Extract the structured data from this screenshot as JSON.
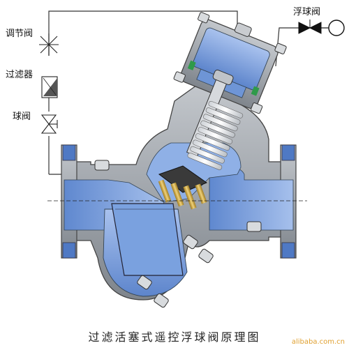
{
  "labels": {
    "float_valve": "浮球阀",
    "regulating_valve": "调节阀",
    "filter": "过滤器",
    "ball_valve": "球阀"
  },
  "caption": "过滤活塞式遥控浮球阀原理图",
  "watermark": "alibaba.com.cn",
  "colors": {
    "body_gray": "#9aa0a6",
    "body_dark": "#6c7178",
    "body_light": "#c9ccd0",
    "water_blue": "#6e95d6",
    "water_light": "#a9c2ee",
    "seal_green": "#2f9a4a",
    "spring": "#e8e8e8",
    "brass": "#c9a23a"
  },
  "icons": [
    "float-valve-symbol",
    "float-ball-symbol",
    "needle-valve-symbol",
    "filter-symbol",
    "ball-valve-symbol"
  ]
}
